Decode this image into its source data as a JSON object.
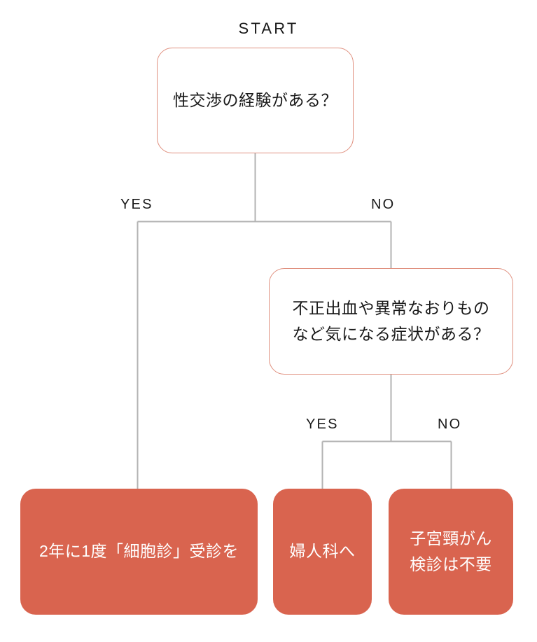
{
  "diagram": {
    "title": "START",
    "start_label": "START",
    "colors": {
      "result_fill": "#d9644f",
      "question_border": "#e0907f",
      "question_fill": "#ffffff",
      "connector": "#b3b3b3",
      "text_dark": "#1a1a1a",
      "text_light": "#ffffff",
      "background": "#ffffff"
    },
    "nodes": [
      {
        "id": "q1",
        "type": "question",
        "text": "性交渉の経験がある？"
      },
      {
        "id": "q2",
        "type": "question",
        "text": "不正出血や異常なおりもの\nなど気になる症状がある？"
      },
      {
        "id": "r1",
        "type": "result",
        "text": "2年に1度「細胞診」受診を"
      },
      {
        "id": "r2",
        "type": "result",
        "text": "婦人科へ"
      },
      {
        "id": "r3",
        "type": "result",
        "text": "子宮頸がん\n検診は不要"
      }
    ],
    "edge_labels": {
      "q1_yes": "YES",
      "q1_no": "NO",
      "q2_yes": "YES",
      "q2_no": "NO"
    }
  }
}
